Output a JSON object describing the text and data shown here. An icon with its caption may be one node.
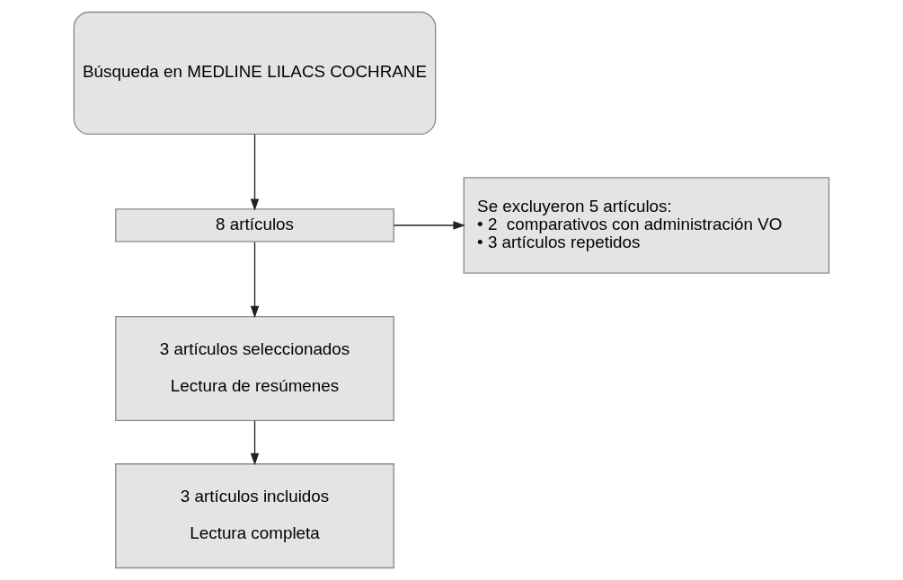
{
  "diagram": {
    "nodes": [
      {
        "text": [
          "Búsqueda en MEDLINE LILACS COCHRANE"
        ]
      },
      {
        "text": [
          "8 artículos"
        ]
      },
      {
        "text": [
          "Se excluyeron 5 artículos:",
          "• 2  comparativos con administración VO",
          "• 3 artículos repetidos"
        ]
      },
      {
        "text": [
          "3 artículos seleccionados",
          "Lectura de resúmenes"
        ]
      },
      {
        "text": [
          "3 artículos incluidos",
          "Lectura completa"
        ]
      }
    ],
    "edges": [
      {
        "from": 0,
        "to": 1,
        "arrow": "to"
      },
      {
        "from": 1,
        "to": 2,
        "arrow": "to"
      },
      {
        "from": 1,
        "to": 3,
        "arrow": "to"
      },
      {
        "from": 3,
        "to": 4,
        "arrow": "to"
      }
    ]
  }
}
